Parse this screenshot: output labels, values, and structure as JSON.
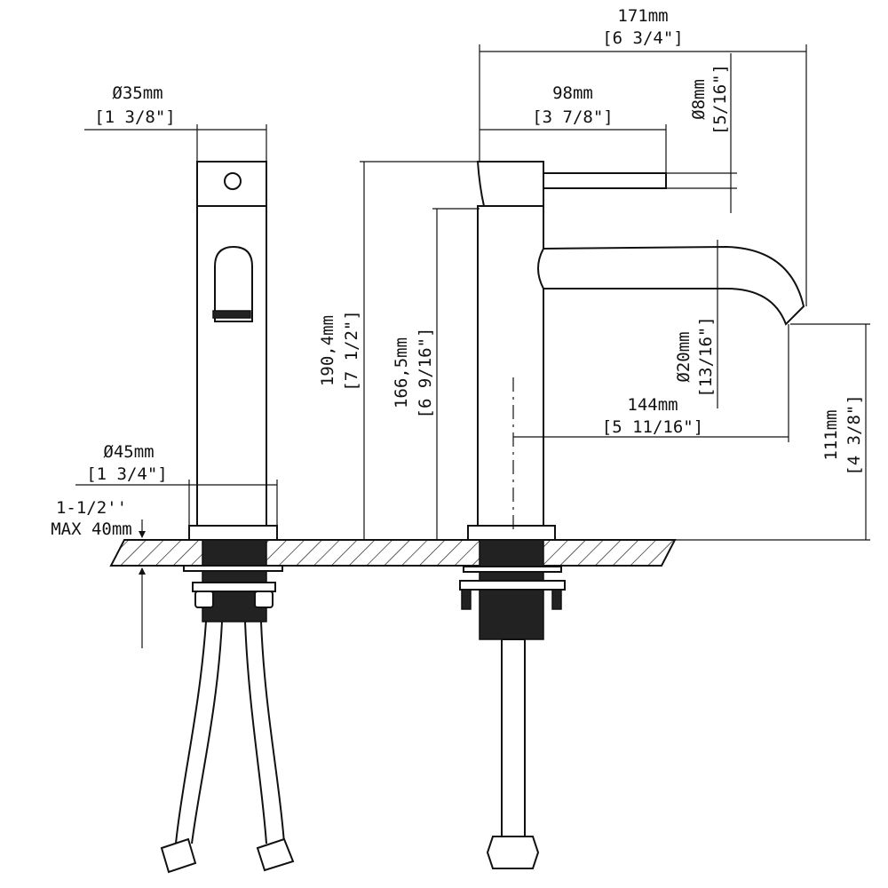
{
  "dimensions": {
    "overall_length": {
      "mm": "171mm",
      "inch": "[6 3/4\"]"
    },
    "body_diameter": {
      "mm": "Ø35mm",
      "inch": "[1 3/8\"]"
    },
    "handle_length": {
      "mm": "98mm",
      "inch": "[3 7/8\"]"
    },
    "handle_diameter": {
      "mm": "Ø8mm",
      "inch": "[5/16\"]"
    },
    "total_height": {
      "mm": "190,4mm",
      "inch": "[7 1/2\"]"
    },
    "body_height": {
      "mm": "166,5mm",
      "inch": "[6 9/16\"]"
    },
    "spout_diameter": {
      "mm": "Ø20mm",
      "inch": "[13/16\"]"
    },
    "spout_reach": {
      "mm": "144mm",
      "inch": "[5 11/16\"]"
    },
    "spout_height": {
      "mm": "111mm",
      "inch": "[4 3/8\"]"
    },
    "base_diameter": {
      "mm": "Ø45mm",
      "inch": "[1 3/4\"]"
    },
    "max_deck": {
      "line1": "1-1/2''",
      "line2": "MAX 40mm"
    }
  }
}
